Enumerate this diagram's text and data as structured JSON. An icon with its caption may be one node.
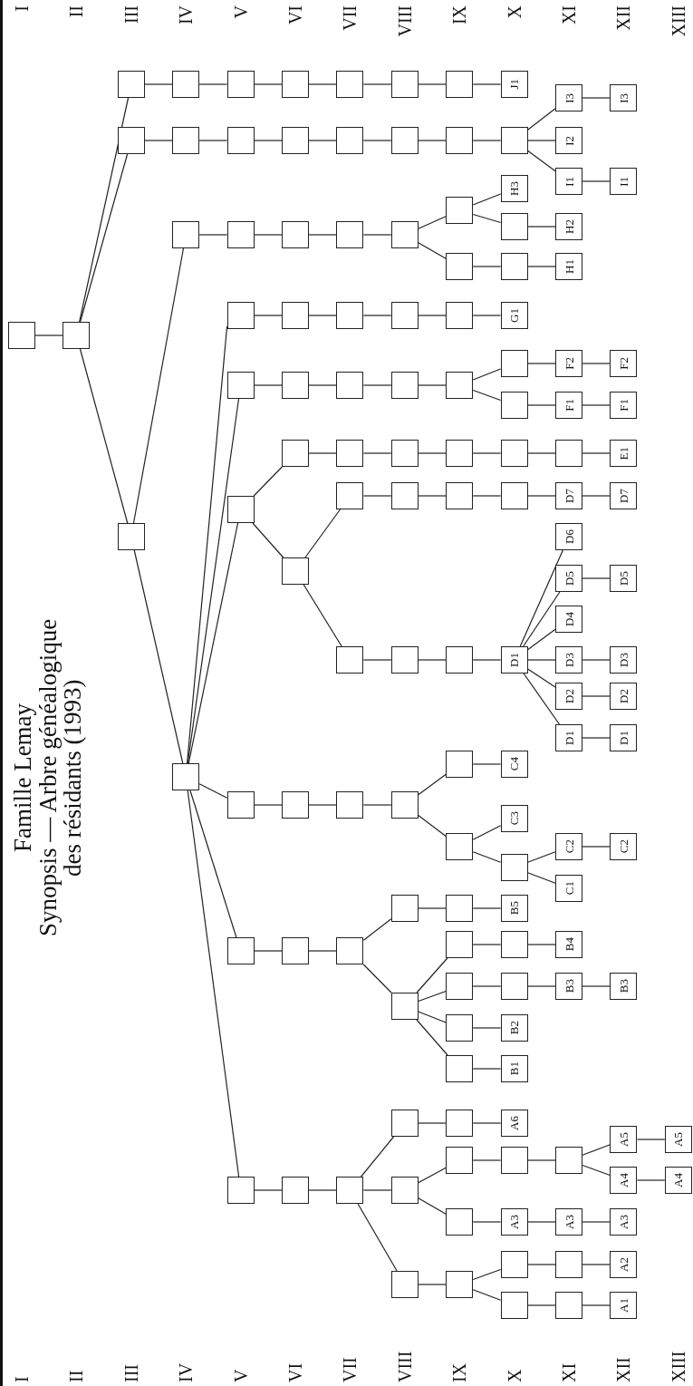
{
  "diagram": {
    "title": "Famille Lemay",
    "caption": "Synopsis — Arbre généalogique des résidants (1993)",
    "nodes": [
      {
        "text": [],
        "shape": "box"
      },
      {
        "text": [],
        "shape": "box"
      },
      {
        "text": [],
        "shape": "box"
      },
      {
        "text": [],
        "shape": "box"
      },
      {
        "text": [],
        "shape": "box"
      },
      {
        "text": [],
        "shape": "box"
      },
      {
        "text": [],
        "shape": "box"
      },
      {
        "text": [],
        "shape": "box"
      },
      {
        "text": [],
        "shape": "box"
      },
      {
        "text": [
          "J1"
        ]
      },
      {
        "text": [],
        "shape": "box"
      },
      {
        "text": [],
        "shape": "box"
      },
      {
        "text": [],
        "shape": "box"
      },
      {
        "text": [],
        "shape": "box"
      },
      {
        "text": [],
        "shape": "box"
      },
      {
        "text": [],
        "shape": "box"
      },
      {
        "text": [],
        "shape": "box"
      },
      {
        "text": [],
        "shape": "box"
      },
      {
        "text": [
          "I3"
        ]
      },
      {
        "text": [
          "I3"
        ]
      },
      {
        "text": [
          "I2"
        ]
      },
      {
        "text": [
          "I1"
        ]
      },
      {
        "text": [
          "I1"
        ]
      },
      {
        "text": [],
        "shape": "box"
      },
      {
        "text": [],
        "shape": "box"
      },
      {
        "text": [],
        "shape": "box"
      },
      {
        "text": [],
        "shape": "box"
      },
      {
        "text": [],
        "shape": "box"
      },
      {
        "text": [],
        "shape": "box"
      },
      {
        "text": [],
        "shape": "box"
      },
      {
        "text": [
          "H3"
        ]
      },
      {
        "text": [],
        "shape": "box"
      },
      {
        "text": [
          "H2"
        ]
      },
      {
        "text": [],
        "shape": "box"
      },
      {
        "text": [],
        "shape": "box"
      },
      {
        "text": [
          "H1"
        ]
      },
      {
        "text": [],
        "shape": "box"
      },
      {
        "text": [],
        "shape": "box"
      },
      {
        "text": [],
        "shape": "box"
      },
      {
        "text": [],
        "shape": "box"
      },
      {
        "text": [],
        "shape": "box"
      },
      {
        "text": [],
        "shape": "box"
      },
      {
        "text": [
          "G1"
        ]
      },
      {
        "text": [],
        "shape": "box"
      },
      {
        "text": [],
        "shape": "box"
      },
      {
        "text": [],
        "shape": "box"
      },
      {
        "text": [],
        "shape": "box"
      },
      {
        "text": [],
        "shape": "box"
      },
      {
        "text": [],
        "shape": "box"
      },
      {
        "text": [
          "F2"
        ]
      },
      {
        "text": [
          "F2"
        ]
      },
      {
        "text": [],
        "shape": "box"
      },
      {
        "text": [
          "F1"
        ]
      },
      {
        "text": [
          "F1"
        ]
      },
      {
        "text": [],
        "shape": "box"
      },
      {
        "text": [],
        "shape": "box"
      },
      {
        "text": [],
        "shape": "box"
      },
      {
        "text": [],
        "shape": "box"
      },
      {
        "text": [],
        "shape": "box"
      },
      {
        "text": [],
        "shape": "box"
      },
      {
        "text": [],
        "shape": "box"
      },
      {
        "text": [
          "E1"
        ]
      },
      {
        "text": [],
        "shape": "box"
      },
      {
        "text": [],
        "shape": "box"
      },
      {
        "text": [],
        "shape": "box"
      },
      {
        "text": [],
        "shape": "box"
      },
      {
        "text": [],
        "shape": "box"
      },
      {
        "text": [
          "D7"
        ]
      },
      {
        "text": [
          "D7"
        ]
      },
      {
        "text": [],
        "shape": "box"
      },
      {
        "text": [],
        "shape": "box"
      },
      {
        "text": [],
        "shape": "box"
      },
      {
        "text": [
          "D1"
        ]
      },
      {
        "text": [
          "D6"
        ]
      },
      {
        "text": [
          "D5"
        ]
      },
      {
        "text": [
          "D5"
        ]
      },
      {
        "text": [
          "D4"
        ]
      },
      {
        "text": [
          "D3"
        ]
      },
      {
        "text": [
          "D3"
        ]
      },
      {
        "text": [
          "D2"
        ]
      },
      {
        "text": [
          "D2"
        ]
      },
      {
        "text": [
          "D1"
        ]
      },
      {
        "text": [
          "D1"
        ]
      },
      {
        "text": [],
        "shape": "box"
      },
      {
        "text": [],
        "shape": "box"
      },
      {
        "text": [],
        "shape": "box"
      },
      {
        "text": [],
        "shape": "box"
      },
      {
        "text": [],
        "shape": "box"
      },
      {
        "text": [
          "C4"
        ]
      },
      {
        "text": [],
        "shape": "box"
      },
      {
        "text": [
          "C3"
        ]
      },
      {
        "text": [],
        "shape": "box"
      },
      {
        "text": [
          "C2"
        ]
      },
      {
        "text": [
          "C2"
        ]
      },
      {
        "text": [
          "C1"
        ]
      },
      {
        "text": [],
        "shape": "box"
      },
      {
        "text": [],
        "shape": "box"
      },
      {
        "text": [],
        "shape": "box"
      },
      {
        "text": [],
        "shape": "box"
      },
      {
        "text": [],
        "shape": "box"
      },
      {
        "text": [
          "B5"
        ]
      },
      {
        "text": [],
        "shape": "box"
      },
      {
        "text": [],
        "shape": "box"
      },
      {
        "text": [],
        "shape": "box"
      },
      {
        "text": [
          "B4"
        ]
      },
      {
        "text": [],
        "shape": "box"
      },
      {
        "text": [],
        "shape": "box"
      },
      {
        "text": [
          "B3"
        ]
      },
      {
        "text": [
          "B3"
        ]
      },
      {
        "text": [],
        "shape": "box"
      },
      {
        "text": [
          "B2"
        ]
      },
      {
        "text": [],
        "shape": "box"
      },
      {
        "text": [
          "B1"
        ]
      },
      {
        "text": [],
        "shape": "box"
      },
      {
        "text": [],
        "shape": "box"
      },
      {
        "text": [],
        "shape": "box"
      },
      {
        "text": [],
        "shape": "box"
      },
      {
        "text": [],
        "shape": "box"
      },
      {
        "text": [
          "A6"
        ]
      },
      {
        "text": [],
        "shape": "box"
      },
      {
        "text": [],
        "shape": "box"
      },
      {
        "text": [],
        "shape": "box"
      },
      {
        "text": [],
        "shape": "box"
      },
      {
        "text": [
          "A5"
        ]
      },
      {
        "text": [
          "A5"
        ]
      },
      {
        "text": [
          "A4"
        ]
      },
      {
        "text": [
          "A4"
        ]
      },
      {
        "text": [],
        "shape": "box"
      },
      {
        "text": [
          "A3"
        ]
      },
      {
        "text": [
          "A3"
        ]
      },
      {
        "text": [
          "A3"
        ]
      },
      {
        "text": [],
        "shape": "box"
      },
      {
        "text": [],
        "shape": "box"
      },
      {
        "text": [],
        "shape": "box"
      },
      {
        "text": [],
        "shape": "box"
      },
      {
        "text": [
          "A2"
        ]
      },
      {
        "text": [],
        "shape": "box"
      },
      {
        "text": [],
        "shape": "box"
      },
      {
        "text": [
          "A1"
        ]
      }
    ],
    "edges": [
      {
        "from": 0,
        "to": 1,
        "arrow": "none"
      },
      {
        "from": 1,
        "to": 2,
        "arrow": "none"
      },
      {
        "from": 1,
        "to": 10,
        "arrow": "none"
      },
      {
        "from": 1,
        "to": 23,
        "arrow": "none"
      },
      {
        "from": 2,
        "to": 3,
        "arrow": "none"
      },
      {
        "from": 3,
        "to": 4,
        "arrow": "none"
      },
      {
        "from": 4,
        "to": 5,
        "arrow": "none"
      },
      {
        "from": 5,
        "to": 6,
        "arrow": "none"
      },
      {
        "from": 6,
        "to": 7,
        "arrow": "none"
      },
      {
        "from": 7,
        "to": 8,
        "arrow": "none"
      },
      {
        "from": 8,
        "to": 9,
        "arrow": "none"
      },
      {
        "from": 10,
        "to": 11,
        "arrow": "none"
      },
      {
        "from": 11,
        "to": 12,
        "arrow": "none"
      },
      {
        "from": 12,
        "to": 13,
        "arrow": "none"
      },
      {
        "from": 13,
        "to": 14,
        "arrow": "none"
      },
      {
        "from": 14,
        "to": 15,
        "arrow": "none"
      },
      {
        "from": 15,
        "to": 16,
        "arrow": "none"
      },
      {
        "from": 16,
        "to": 17,
        "arrow": "none"
      },
      {
        "from": 17,
        "to": 18,
        "arrow": "none"
      },
      {
        "from": 18,
        "to": 19,
        "arrow": "none"
      },
      {
        "from": 17,
        "to": 20,
        "arrow": "none"
      },
      {
        "from": 17,
        "to": 21,
        "arrow": "none"
      },
      {
        "from": 21,
        "to": 22,
        "arrow": "none"
      },
      {
        "from": 23,
        "to": 24,
        "arrow": "none"
      },
      {
        "from": 24,
        "to": 25,
        "arrow": "none"
      },
      {
        "from": 25,
        "to": 26,
        "arrow": "none"
      },
      {
        "from": 26,
        "to": 27,
        "arrow": "none"
      },
      {
        "from": 27,
        "to": 28,
        "arrow": "none"
      },
      {
        "from": 28,
        "to": 29,
        "arrow": "none"
      },
      {
        "from": 29,
        "to": 30,
        "arrow": "none"
      },
      {
        "from": 29,
        "to": 31,
        "arrow": "none"
      },
      {
        "from": 31,
        "to": 32,
        "arrow": "none"
      },
      {
        "from": 28,
        "to": 33,
        "arrow": "none"
      },
      {
        "from": 33,
        "to": 34,
        "arrow": "none"
      },
      {
        "from": 34,
        "to": 35,
        "arrow": "none"
      },
      {
        "from": 23,
        "to": 36,
        "arrow": "none"
      },
      {
        "from": 36,
        "to": 37,
        "arrow": "none"
      },
      {
        "from": 37,
        "to": 38,
        "arrow": "none"
      },
      {
        "from": 38,
        "to": 39,
        "arrow": "none"
      },
      {
        "from": 39,
        "to": 40,
        "arrow": "none"
      },
      {
        "from": 40,
        "to": 41,
        "arrow": "none"
      },
      {
        "from": 41,
        "to": 42,
        "arrow": "none"
      },
      {
        "from": 36,
        "to": 43,
        "arrow": "none"
      },
      {
        "from": 43,
        "to": 44,
        "arrow": "none"
      },
      {
        "from": 44,
        "to": 45,
        "arrow": "none"
      },
      {
        "from": 45,
        "to": 46,
        "arrow": "none"
      },
      {
        "from": 46,
        "to": 47,
        "arrow": "none"
      },
      {
        "from": 47,
        "to": 48,
        "arrow": "none"
      },
      {
        "from": 48,
        "to": 49,
        "arrow": "none"
      },
      {
        "from": 49,
        "to": 50,
        "arrow": "none"
      },
      {
        "from": 47,
        "to": 51,
        "arrow": "none"
      },
      {
        "from": 51,
        "to": 52,
        "arrow": "none"
      },
      {
        "from": 52,
        "to": 53,
        "arrow": "none"
      },
      {
        "from": 36,
        "to": 54,
        "arrow": "none"
      },
      {
        "from": 54,
        "to": 55,
        "arrow": "none"
      },
      {
        "from": 55,
        "to": 56,
        "arrow": "none"
      },
      {
        "from": 56,
        "to": 57,
        "arrow": "none"
      },
      {
        "from": 57,
        "to": 58,
        "arrow": "none"
      },
      {
        "from": 58,
        "to": 59,
        "arrow": "none"
      },
      {
        "from": 59,
        "to": 60,
        "arrow": "none"
      },
      {
        "from": 60,
        "to": 61,
        "arrow": "none"
      },
      {
        "from": 54,
        "to": 62,
        "arrow": "none"
      },
      {
        "from": 62,
        "to": 63,
        "arrow": "none"
      },
      {
        "from": 63,
        "to": 64,
        "arrow": "none"
      },
      {
        "from": 64,
        "to": 65,
        "arrow": "none"
      },
      {
        "from": 65,
        "to": 66,
        "arrow": "none"
      },
      {
        "from": 66,
        "to": 67,
        "arrow": "none"
      },
      {
        "from": 67,
        "to": 68,
        "arrow": "none"
      },
      {
        "from": 62,
        "to": 69,
        "arrow": "none"
      },
      {
        "from": 69,
        "to": 70,
        "arrow": "none"
      },
      {
        "from": 70,
        "to": 71,
        "arrow": "none"
      },
      {
        "from": 71,
        "to": 72,
        "arrow": "none"
      },
      {
        "from": 72,
        "to": 73,
        "arrow": "none"
      },
      {
        "from": 72,
        "to": 74,
        "arrow": "none"
      },
      {
        "from": 74,
        "to": 75,
        "arrow": "none"
      },
      {
        "from": 72,
        "to": 76,
        "arrow": "none"
      },
      {
        "from": 72,
        "to": 77,
        "arrow": "none"
      },
      {
        "from": 77,
        "to": 78,
        "arrow": "none"
      },
      {
        "from": 72,
        "to": 79,
        "arrow": "none"
      },
      {
        "from": 79,
        "to": 80,
        "arrow": "none"
      },
      {
        "from": 72,
        "to": 81,
        "arrow": "none"
      },
      {
        "from": 81,
        "to": 82,
        "arrow": "none"
      },
      {
        "from": 36,
        "to": 83,
        "arrow": "none"
      },
      {
        "from": 83,
        "to": 84,
        "arrow": "none"
      },
      {
        "from": 84,
        "to": 85,
        "arrow": "none"
      },
      {
        "from": 85,
        "to": 86,
        "arrow": "none"
      },
      {
        "from": 86,
        "to": 87,
        "arrow": "none"
      },
      {
        "from": 87,
        "to": 88,
        "arrow": "none"
      },
      {
        "from": 86,
        "to": 89,
        "arrow": "none"
      },
      {
        "from": 89,
        "to": 90,
        "arrow": "none"
      },
      {
        "from": 89,
        "to": 91,
        "arrow": "none"
      },
      {
        "from": 91,
        "to": 92,
        "arrow": "none"
      },
      {
        "from": 92,
        "to": 93,
        "arrow": "none"
      },
      {
        "from": 91,
        "to": 94,
        "arrow": "none"
      },
      {
        "from": 36,
        "to": 95,
        "arrow": "none"
      },
      {
        "from": 95,
        "to": 96,
        "arrow": "none"
      },
      {
        "from": 96,
        "to": 97,
        "arrow": "none"
      },
      {
        "from": 97,
        "to": 98,
        "arrow": "none"
      },
      {
        "from": 98,
        "to": 99,
        "arrow": "none"
      },
      {
        "from": 99,
        "to": 100,
        "arrow": "none"
      },
      {
        "from": 97,
        "to": 101,
        "arrow": "none"
      },
      {
        "from": 101,
        "to": 102,
        "arrow": "none"
      },
      {
        "from": 102,
        "to": 103,
        "arrow": "none"
      },
      {
        "from": 103,
        "to": 104,
        "arrow": "none"
      },
      {
        "from": 101,
        "to": 105,
        "arrow": "none"
      },
      {
        "from": 105,
        "to": 106,
        "arrow": "none"
      },
      {
        "from": 106,
        "to": 107,
        "arrow": "none"
      },
      {
        "from": 107,
        "to": 108,
        "arrow": "none"
      },
      {
        "from": 101,
        "to": 109,
        "arrow": "none"
      },
      {
        "from": 109,
        "to": 110,
        "arrow": "none"
      },
      {
        "from": 101,
        "to": 111,
        "arrow": "none"
      },
      {
        "from": 111,
        "to": 112,
        "arrow": "none"
      },
      {
        "from": 36,
        "to": 113,
        "arrow": "none"
      },
      {
        "from": 113,
        "to": 114,
        "arrow": "none"
      },
      {
        "from": 114,
        "to": 115,
        "arrow": "none"
      },
      {
        "from": 115,
        "to": 116,
        "arrow": "none"
      },
      {
        "from": 116,
        "to": 117,
        "arrow": "none"
      },
      {
        "from": 117,
        "to": 118,
        "arrow": "none"
      },
      {
        "from": 115,
        "to": 119,
        "arrow": "none"
      },
      {
        "from": 119,
        "to": 120,
        "arrow": "none"
      },
      {
        "from": 120,
        "to": 121,
        "arrow": "none"
      },
      {
        "from": 121,
        "to": 122,
        "arrow": "none"
      },
      {
        "from": 122,
        "to": 123,
        "arrow": "none"
      },
      {
        "from": 123,
        "to": 124,
        "arrow": "none"
      },
      {
        "from": 122,
        "to": 125,
        "arrow": "none"
      },
      {
        "from": 125,
        "to": 126,
        "arrow": "none"
      },
      {
        "from": 119,
        "to": 127,
        "arrow": "none"
      },
      {
        "from": 127,
        "to": 128,
        "arrow": "none"
      },
      {
        "from": 128,
        "to": 129,
        "arrow": "none"
      },
      {
        "from": 129,
        "to": 130,
        "arrow": "none"
      },
      {
        "from": 115,
        "to": 131,
        "arrow": "none"
      },
      {
        "from": 131,
        "to": 132,
        "arrow": "none"
      },
      {
        "from": 132,
        "to": 133,
        "arrow": "none"
      },
      {
        "from": 133,
        "to": 134,
        "arrow": "none"
      },
      {
        "from": 134,
        "to": 135,
        "arrow": "none"
      },
      {
        "from": 132,
        "to": 136,
        "arrow": "none"
      },
      {
        "from": 136,
        "to": 137,
        "arrow": "none"
      },
      {
        "from": 137,
        "to": 138,
        "arrow": "none"
      }
    ],
    "labels": [
      "I",
      "II",
      "III",
      "IV",
      "V",
      "VI",
      "VII",
      "VIII",
      "IX",
      "X",
      "XI",
      "XII",
      "XIII",
      "I",
      "II",
      "III",
      "IV",
      "V",
      "VI",
      "VII",
      "VIII",
      "IX",
      "X",
      "XI",
      "XII",
      "XIII"
    ]
  }
}
